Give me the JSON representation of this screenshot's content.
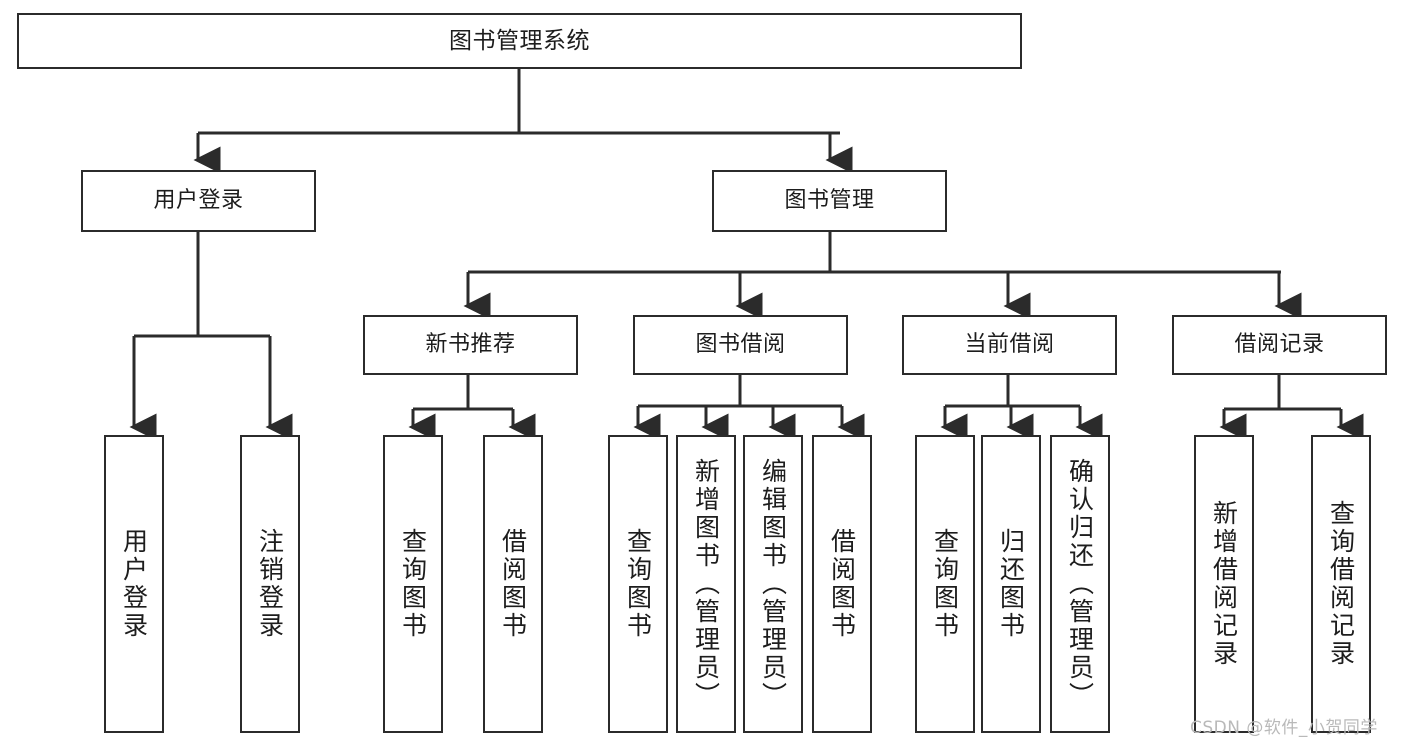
{
  "diagram": {
    "title": "图书管理系统",
    "type": "tree",
    "watermark": "CSDN @软件_小贺同学",
    "colors": {
      "box_border": "#2b2b2b",
      "box_fill": "#ffffff",
      "connector": "#2b2b2b",
      "text": "#1d1d1d",
      "watermark": "#b9b9b9"
    },
    "nodes": {
      "root": {
        "label": "图书管理系统"
      },
      "level2": [
        {
          "label": "用户登录"
        },
        {
          "label": "图书管理"
        }
      ],
      "level3": [
        {
          "label": "新书推荐"
        },
        {
          "label": "图书借阅"
        },
        {
          "label": "当前借阅"
        },
        {
          "label": "借阅记录"
        }
      ],
      "leaves": {
        "user_login": [
          {
            "label": "用户登录"
          },
          {
            "label": "注销登录"
          }
        ],
        "new_book_recommend": [
          {
            "label": "查询图书"
          },
          {
            "label": "借阅图书"
          }
        ],
        "book_borrow": [
          {
            "label": "查询图书"
          },
          {
            "label": "新增图书（管理员）"
          },
          {
            "label": "编辑图书（管理员）"
          },
          {
            "label": "借阅图书"
          }
        ],
        "current_borrow": [
          {
            "label": "查询图书"
          },
          {
            "label": "归还图书"
          },
          {
            "label": "确认归还（管理员）"
          }
        ],
        "borrow_record": [
          {
            "label": "新增借阅记录"
          },
          {
            "label": "查询借阅记录"
          }
        ]
      }
    }
  }
}
